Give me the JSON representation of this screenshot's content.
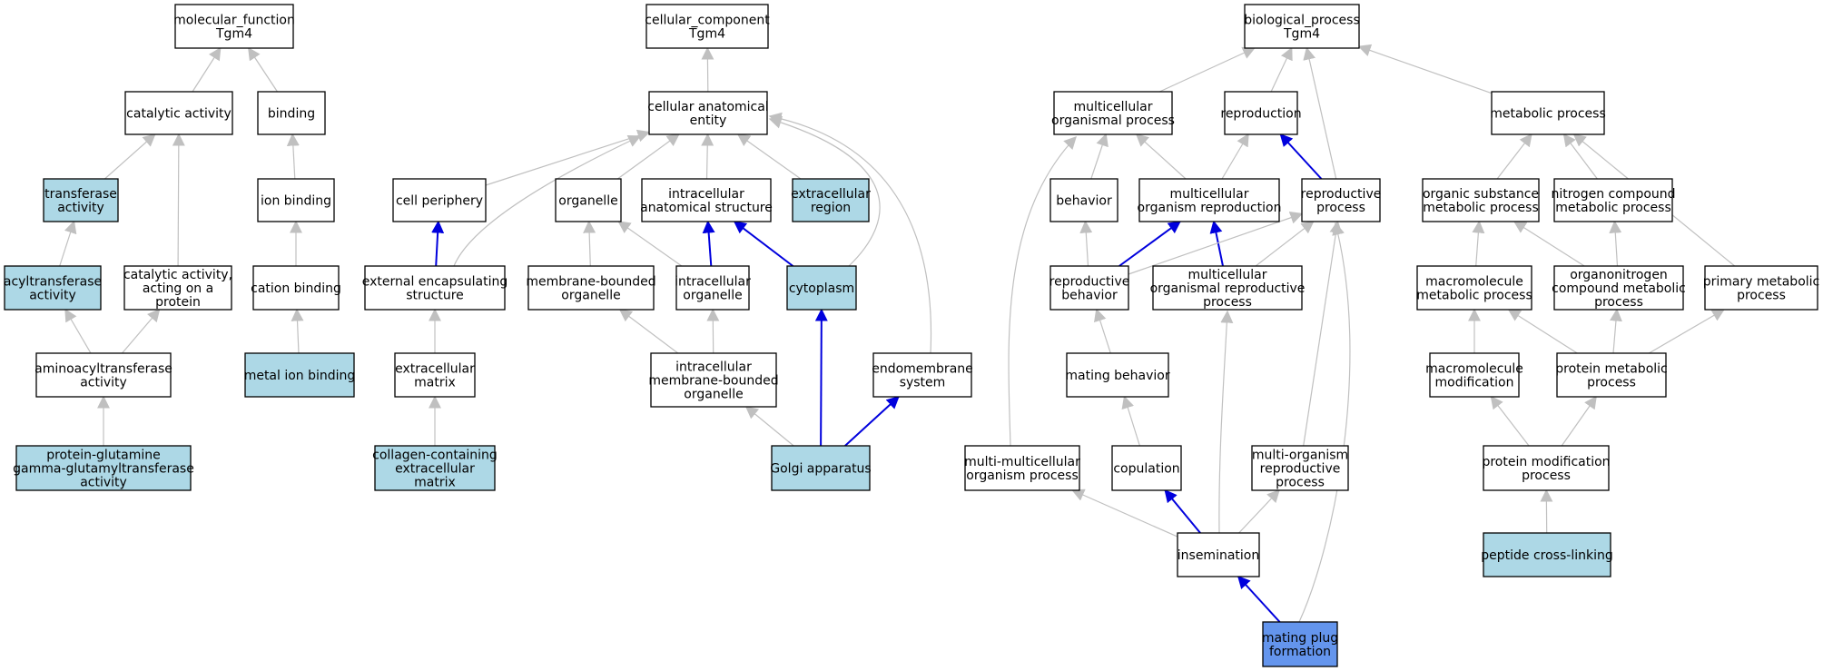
{
  "colors": {
    "node_default": "#ffffff",
    "node_annotated": "#add8e6",
    "node_focus": "#6495ed",
    "edge_default": "#c0c0c0",
    "edge_highlight": "#0000dd"
  },
  "nodes": [
    {
      "id": "mf",
      "lines": [
        "molecular_function",
        "Tgm4"
      ],
      "style": "default"
    },
    {
      "id": "cat",
      "lines": [
        "catalytic activity"
      ],
      "style": "default"
    },
    {
      "id": "bind",
      "lines": [
        "binding"
      ],
      "style": "default"
    },
    {
      "id": "trans",
      "lines": [
        "transferase",
        "activity"
      ],
      "style": "annotated"
    },
    {
      "id": "ionb",
      "lines": [
        "ion binding"
      ],
      "style": "default"
    },
    {
      "id": "acyl",
      "lines": [
        "acyltransferase",
        "activity"
      ],
      "style": "annotated"
    },
    {
      "id": "catprot",
      "lines": [
        "catalytic activity,",
        "acting on a",
        "protein"
      ],
      "style": "default"
    },
    {
      "id": "catb",
      "lines": [
        "cation binding"
      ],
      "style": "default"
    },
    {
      "id": "aminoacyl",
      "lines": [
        "aminoacyltransferase",
        "activity"
      ],
      "style": "default"
    },
    {
      "id": "metal",
      "lines": [
        "metal ion binding"
      ],
      "style": "annotated"
    },
    {
      "id": "pgg",
      "lines": [
        "protein-glutamine",
        "gamma-glutamyltransferase",
        "activity"
      ],
      "style": "annotated"
    },
    {
      "id": "cc",
      "lines": [
        "cellular_component",
        "Tgm4"
      ],
      "style": "default"
    },
    {
      "id": "cae",
      "lines": [
        "cellular anatomical",
        "entity"
      ],
      "style": "default"
    },
    {
      "id": "cellper",
      "lines": [
        "cell periphery"
      ],
      "style": "default"
    },
    {
      "id": "organelle",
      "lines": [
        "organelle"
      ],
      "style": "default"
    },
    {
      "id": "ias",
      "lines": [
        "intracellular",
        "anatomical structure"
      ],
      "style": "default"
    },
    {
      "id": "exreg",
      "lines": [
        "extracellular",
        "region"
      ],
      "style": "annotated"
    },
    {
      "id": "extenc",
      "lines": [
        "external encapsulating",
        "structure"
      ],
      "style": "default"
    },
    {
      "id": "mbo",
      "lines": [
        "membrane-bounded",
        "organelle"
      ],
      "style": "default"
    },
    {
      "id": "io",
      "lines": [
        "intracellular",
        "organelle"
      ],
      "style": "default"
    },
    {
      "id": "cyto",
      "lines": [
        "cytoplasm"
      ],
      "style": "annotated"
    },
    {
      "id": "ecm",
      "lines": [
        "extracellular",
        "matrix"
      ],
      "style": "default"
    },
    {
      "id": "imbo",
      "lines": [
        "intracellular",
        "membrane-bounded",
        "organelle"
      ],
      "style": "default"
    },
    {
      "id": "endo",
      "lines": [
        "endomembrane",
        "system"
      ],
      "style": "default"
    },
    {
      "id": "collagen",
      "lines": [
        "collagen-containing",
        "extracellular",
        "matrix"
      ],
      "style": "annotated"
    },
    {
      "id": "golgi",
      "lines": [
        "Golgi apparatus"
      ],
      "style": "annotated"
    },
    {
      "id": "bp",
      "lines": [
        "biological_process",
        "Tgm4"
      ],
      "style": "default"
    },
    {
      "id": "mop",
      "lines": [
        "multicellular",
        "organismal process"
      ],
      "style": "default"
    },
    {
      "id": "repro",
      "lines": [
        "reproduction"
      ],
      "style": "default"
    },
    {
      "id": "metab",
      "lines": [
        "metabolic process"
      ],
      "style": "default"
    },
    {
      "id": "behav",
      "lines": [
        "behavior"
      ],
      "style": "default"
    },
    {
      "id": "mor",
      "lines": [
        "multicellular",
        "organism reproduction"
      ],
      "style": "default"
    },
    {
      "id": "rp",
      "lines": [
        "reproductive",
        "process"
      ],
      "style": "default"
    },
    {
      "id": "osmp",
      "lines": [
        "organic substance",
        "metabolic process"
      ],
      "style": "default"
    },
    {
      "id": "ncmp",
      "lines": [
        "nitrogen compound",
        "metabolic process"
      ],
      "style": "default"
    },
    {
      "id": "rb",
      "lines": [
        "reproductive",
        "behavior"
      ],
      "style": "default"
    },
    {
      "id": "morp",
      "lines": [
        "multicellular",
        "organismal reproductive",
        "process"
      ],
      "style": "default"
    },
    {
      "id": "mmp",
      "lines": [
        "macromolecule",
        "metabolic process"
      ],
      "style": "default"
    },
    {
      "id": "ocmp",
      "lines": [
        "organonitrogen",
        "compound metabolic",
        "process"
      ],
      "style": "default"
    },
    {
      "id": "pmp",
      "lines": [
        "primary metabolic",
        "process"
      ],
      "style": "default"
    },
    {
      "id": "mating",
      "lines": [
        "mating behavior"
      ],
      "style": "default"
    },
    {
      "id": "mm",
      "lines": [
        "macromolecule",
        "modification"
      ],
      "style": "default"
    },
    {
      "id": "protmp",
      "lines": [
        "protein metabolic",
        "process"
      ],
      "style": "default"
    },
    {
      "id": "mmop",
      "lines": [
        "multi-multicellular",
        "organism process"
      ],
      "style": "default"
    },
    {
      "id": "copul",
      "lines": [
        "copulation"
      ],
      "style": "default"
    },
    {
      "id": "morgrp",
      "lines": [
        "multi-organism",
        "reproductive",
        "process"
      ],
      "style": "default"
    },
    {
      "id": "pmodp",
      "lines": [
        "protein modification",
        "process"
      ],
      "style": "default"
    },
    {
      "id": "insem",
      "lines": [
        "insemination"
      ],
      "style": "default"
    },
    {
      "id": "pcl",
      "lines": [
        "peptide cross-linking"
      ],
      "style": "annotated"
    },
    {
      "id": "mpf",
      "lines": [
        "mating plug",
        "formation"
      ],
      "style": "focus"
    }
  ],
  "edges": [
    {
      "from": "cat",
      "to": "mf"
    },
    {
      "from": "bind",
      "to": "mf"
    },
    {
      "from": "trans",
      "to": "cat"
    },
    {
      "from": "catprot",
      "to": "cat"
    },
    {
      "from": "ionb",
      "to": "bind"
    },
    {
      "from": "acyl",
      "to": "trans"
    },
    {
      "from": "catb",
      "to": "ionb"
    },
    {
      "from": "aminoacyl",
      "to": "acyl"
    },
    {
      "from": "aminoacyl",
      "to": "catprot"
    },
    {
      "from": "metal",
      "to": "catb"
    },
    {
      "from": "pgg",
      "to": "aminoacyl"
    },
    {
      "from": "cae",
      "to": "cc"
    },
    {
      "from": "cellper",
      "to": "cae"
    },
    {
      "from": "organelle",
      "to": "cae"
    },
    {
      "from": "ias",
      "to": "cae"
    },
    {
      "from": "exreg",
      "to": "cae"
    },
    {
      "from": "extenc",
      "to": "cae"
    },
    {
      "from": "cyto",
      "to": "cae"
    },
    {
      "from": "endo",
      "to": "cae"
    },
    {
      "from": "extenc",
      "to": "cellper",
      "highlight": true
    },
    {
      "from": "mbo",
      "to": "organelle"
    },
    {
      "from": "io",
      "to": "organelle"
    },
    {
      "from": "io",
      "to": "ias",
      "highlight": true
    },
    {
      "from": "cyto",
      "to": "ias",
      "highlight": true
    },
    {
      "from": "ecm",
      "to": "extenc"
    },
    {
      "from": "imbo",
      "to": "mbo"
    },
    {
      "from": "imbo",
      "to": "io"
    },
    {
      "from": "collagen",
      "to": "ecm"
    },
    {
      "from": "golgi",
      "to": "imbo"
    },
    {
      "from": "golgi",
      "to": "cyto",
      "highlight": true
    },
    {
      "from": "golgi",
      "to": "endo",
      "highlight": true
    },
    {
      "from": "mop",
      "to": "bp"
    },
    {
      "from": "repro",
      "to": "bp"
    },
    {
      "from": "rp",
      "to": "bp"
    },
    {
      "from": "metab",
      "to": "bp"
    },
    {
      "from": "behav",
      "to": "mop"
    },
    {
      "from": "mor",
      "to": "mop"
    },
    {
      "from": "mmop",
      "to": "mop"
    },
    {
      "from": "mor",
      "to": "repro"
    },
    {
      "from": "rp",
      "to": "repro",
      "highlight": true
    },
    {
      "from": "osmp",
      "to": "metab"
    },
    {
      "from": "ncmp",
      "to": "metab"
    },
    {
      "from": "pmp",
      "to": "metab"
    },
    {
      "from": "rb",
      "to": "behav"
    },
    {
      "from": "rb",
      "to": "mor",
      "highlight": true
    },
    {
      "from": "morp",
      "to": "mor",
      "highlight": true
    },
    {
      "from": "rb",
      "to": "rp"
    },
    {
      "from": "morp",
      "to": "rp"
    },
    {
      "from": "morgrp",
      "to": "rp"
    },
    {
      "from": "mpf",
      "to": "rp"
    },
    {
      "from": "mmp",
      "to": "osmp"
    },
    {
      "from": "ocmp",
      "to": "osmp"
    },
    {
      "from": "ocmp",
      "to": "ncmp"
    },
    {
      "from": "mating",
      "to": "rb"
    },
    {
      "from": "insem",
      "to": "morp"
    },
    {
      "from": "mm",
      "to": "mmp"
    },
    {
      "from": "protmp",
      "to": "mmp"
    },
    {
      "from": "protmp",
      "to": "ocmp"
    },
    {
      "from": "protmp",
      "to": "pmp"
    },
    {
      "from": "copul",
      "to": "mating"
    },
    {
      "from": "pmodp",
      "to": "mm"
    },
    {
      "from": "pmodp",
      "to": "protmp"
    },
    {
      "from": "insem",
      "to": "mmop"
    },
    {
      "from": "insem",
      "to": "copul",
      "highlight": true
    },
    {
      "from": "insem",
      "to": "morgrp"
    },
    {
      "from": "pcl",
      "to": "pmodp"
    },
    {
      "from": "mpf",
      "to": "insem",
      "highlight": true
    }
  ]
}
